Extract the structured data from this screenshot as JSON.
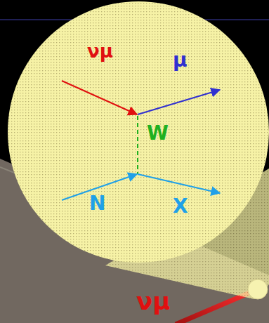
{
  "diagram": {
    "labels": [
      "νμ",
      "μ",
      "W",
      "N",
      "X",
      "νμ"
    ]
  }
}
